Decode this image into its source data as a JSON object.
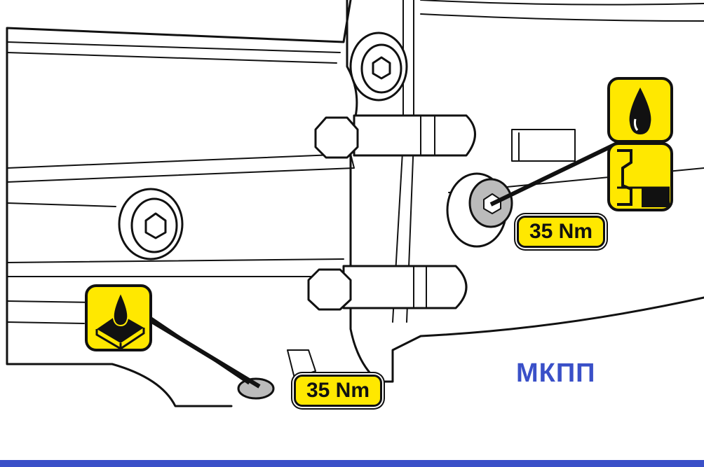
{
  "torque_labels": {
    "upper": "35 Nm",
    "lower": "35 Nm"
  },
  "gearbox_label": "МКПП",
  "icons": {
    "oil_drop": "oil-drop-icon",
    "fill_level": "oil-fill-level-icon",
    "drain": "oil-drain-icon"
  },
  "colors": {
    "label_yellow": "#ffe800",
    "accent_blue": "#3a50c8",
    "outline": "#111111"
  }
}
